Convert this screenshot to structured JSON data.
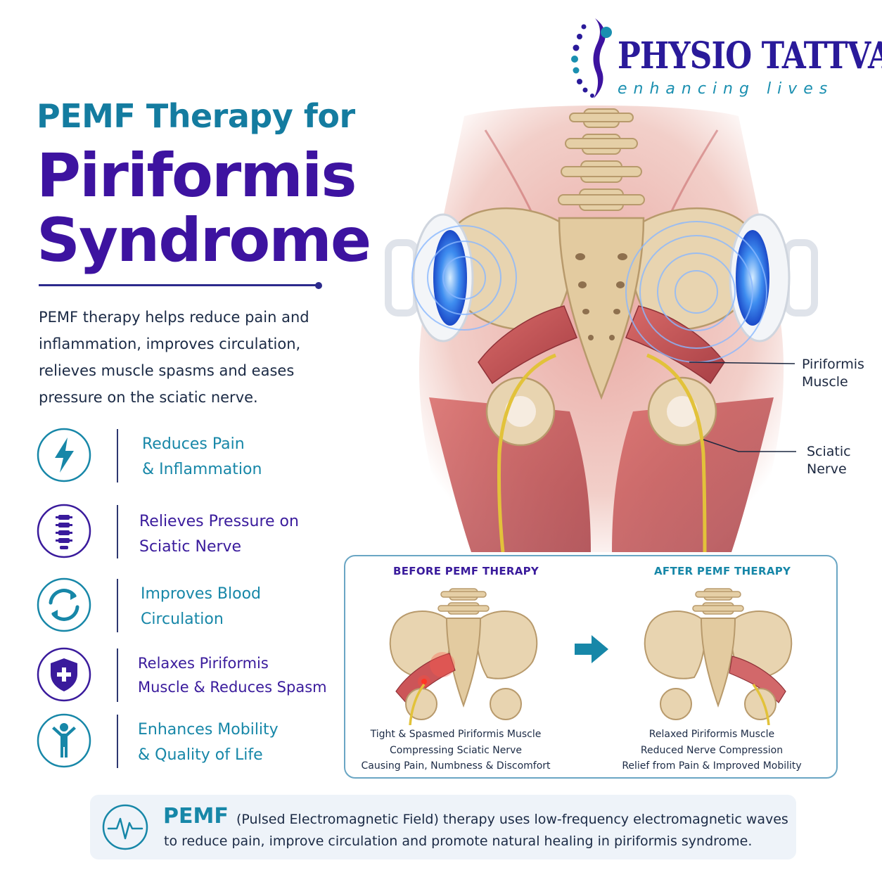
{
  "logo": {
    "name": "PHYSIO TATTVA",
    "tagline": "enhancing lives"
  },
  "title": {
    "pre": "PEMF Therapy for",
    "line1": "Piriformis",
    "line2": "Syndrome"
  },
  "intro": "PEMF therapy helps reduce pain and inflammation, improves circulation, relieves muscle spasms and eases pressure on the sciatic nerve.",
  "benefits": [
    {
      "line1": "Reduces Pain",
      "line2": "& Inflammation",
      "icon": "lightning-icon"
    },
    {
      "line1": "Relieves Pressure on",
      "line2": "Sciatic Nerve",
      "icon": "spine-icon"
    },
    {
      "line1": "Improves Blood",
      "line2": "Circulation",
      "icon": "circulation-icon"
    },
    {
      "line1": "Relaxes Piriformis",
      "line2": "Muscle & Reduces Spasm",
      "icon": "shield-plus-icon"
    },
    {
      "line1": "Enhances Mobility",
      "line2": "& Quality of Life",
      "icon": "person-icon"
    }
  ],
  "anatomy": {
    "callout_piriformis": [
      "Piriformis",
      "Muscle"
    ],
    "callout_sciatic": [
      "Sciatic",
      "Nerve"
    ]
  },
  "compare": {
    "before_title": "BEFORE PEMF THERAPY",
    "after_title": "AFTER PEMF THERAPY",
    "before_caption": [
      "Tight & Spasmed Piriformis Muscle",
      "Compressing Sciatic Nerve",
      "Causing Pain, Numbness & Discomfort"
    ],
    "after_caption": [
      "Relaxed Piriformis Muscle",
      "Reduced Nerve Compression",
      "Relief from Pain & Improved Mobility"
    ]
  },
  "footer": {
    "pemf": "PEMF",
    "line1": "(Pulsed Electromagnetic Field) therapy uses low-frequency electromagnetic waves",
    "line2": "to reduce pain, improve circulation and promote natural healing in piriformis syndrome."
  },
  "colors": {
    "teal": "#1787a8",
    "purple": "#3a1b9c",
    "navy": "#2d3770",
    "muscle": "#c9565a",
    "bone": "#e8d4b0",
    "nerve": "#e2c23a"
  }
}
